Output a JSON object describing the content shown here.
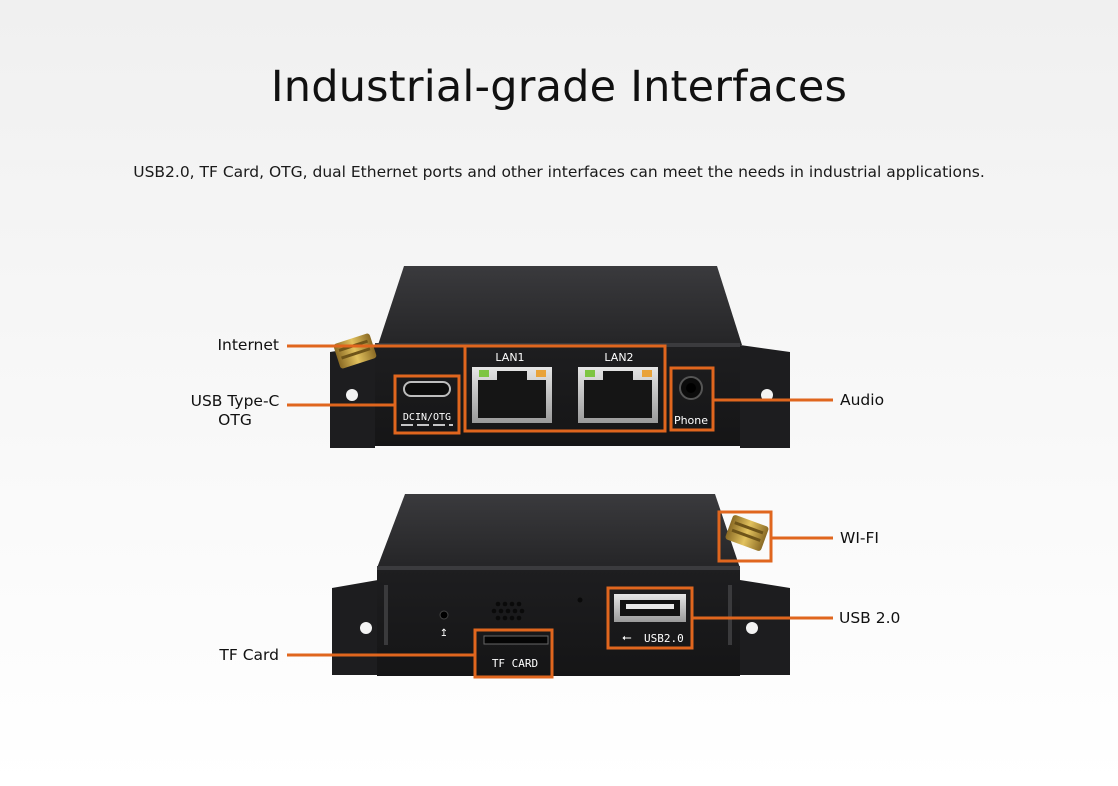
{
  "header": {
    "title": "Industrial-grade Interfaces",
    "subtitle": "USB2.0, TF Card, OTG, dual Ethernet ports and other interfaces can meet the needs in industrial applications."
  },
  "front_panel": {
    "port_labels": {
      "lan1": "LAN1",
      "lan2": "LAN2",
      "dc_in": "DCIN/OTG",
      "phone": "Phone"
    },
    "callouts": {
      "internet": "Internet",
      "usb_type_c_line1": "USB Type-C",
      "usb_type_c_line2": "OTG",
      "audio": "Audio"
    }
  },
  "rear_panel": {
    "port_labels": {
      "tf_card": "TF CARD",
      "usb": "USB2.0"
    },
    "callouts": {
      "wifi": "WI-FI",
      "usb": "USB 2.0",
      "tf_card": "TF Card"
    }
  },
  "colors": {
    "accent": "#e0661e",
    "device": "#2b2b2d",
    "text": "#111111"
  }
}
